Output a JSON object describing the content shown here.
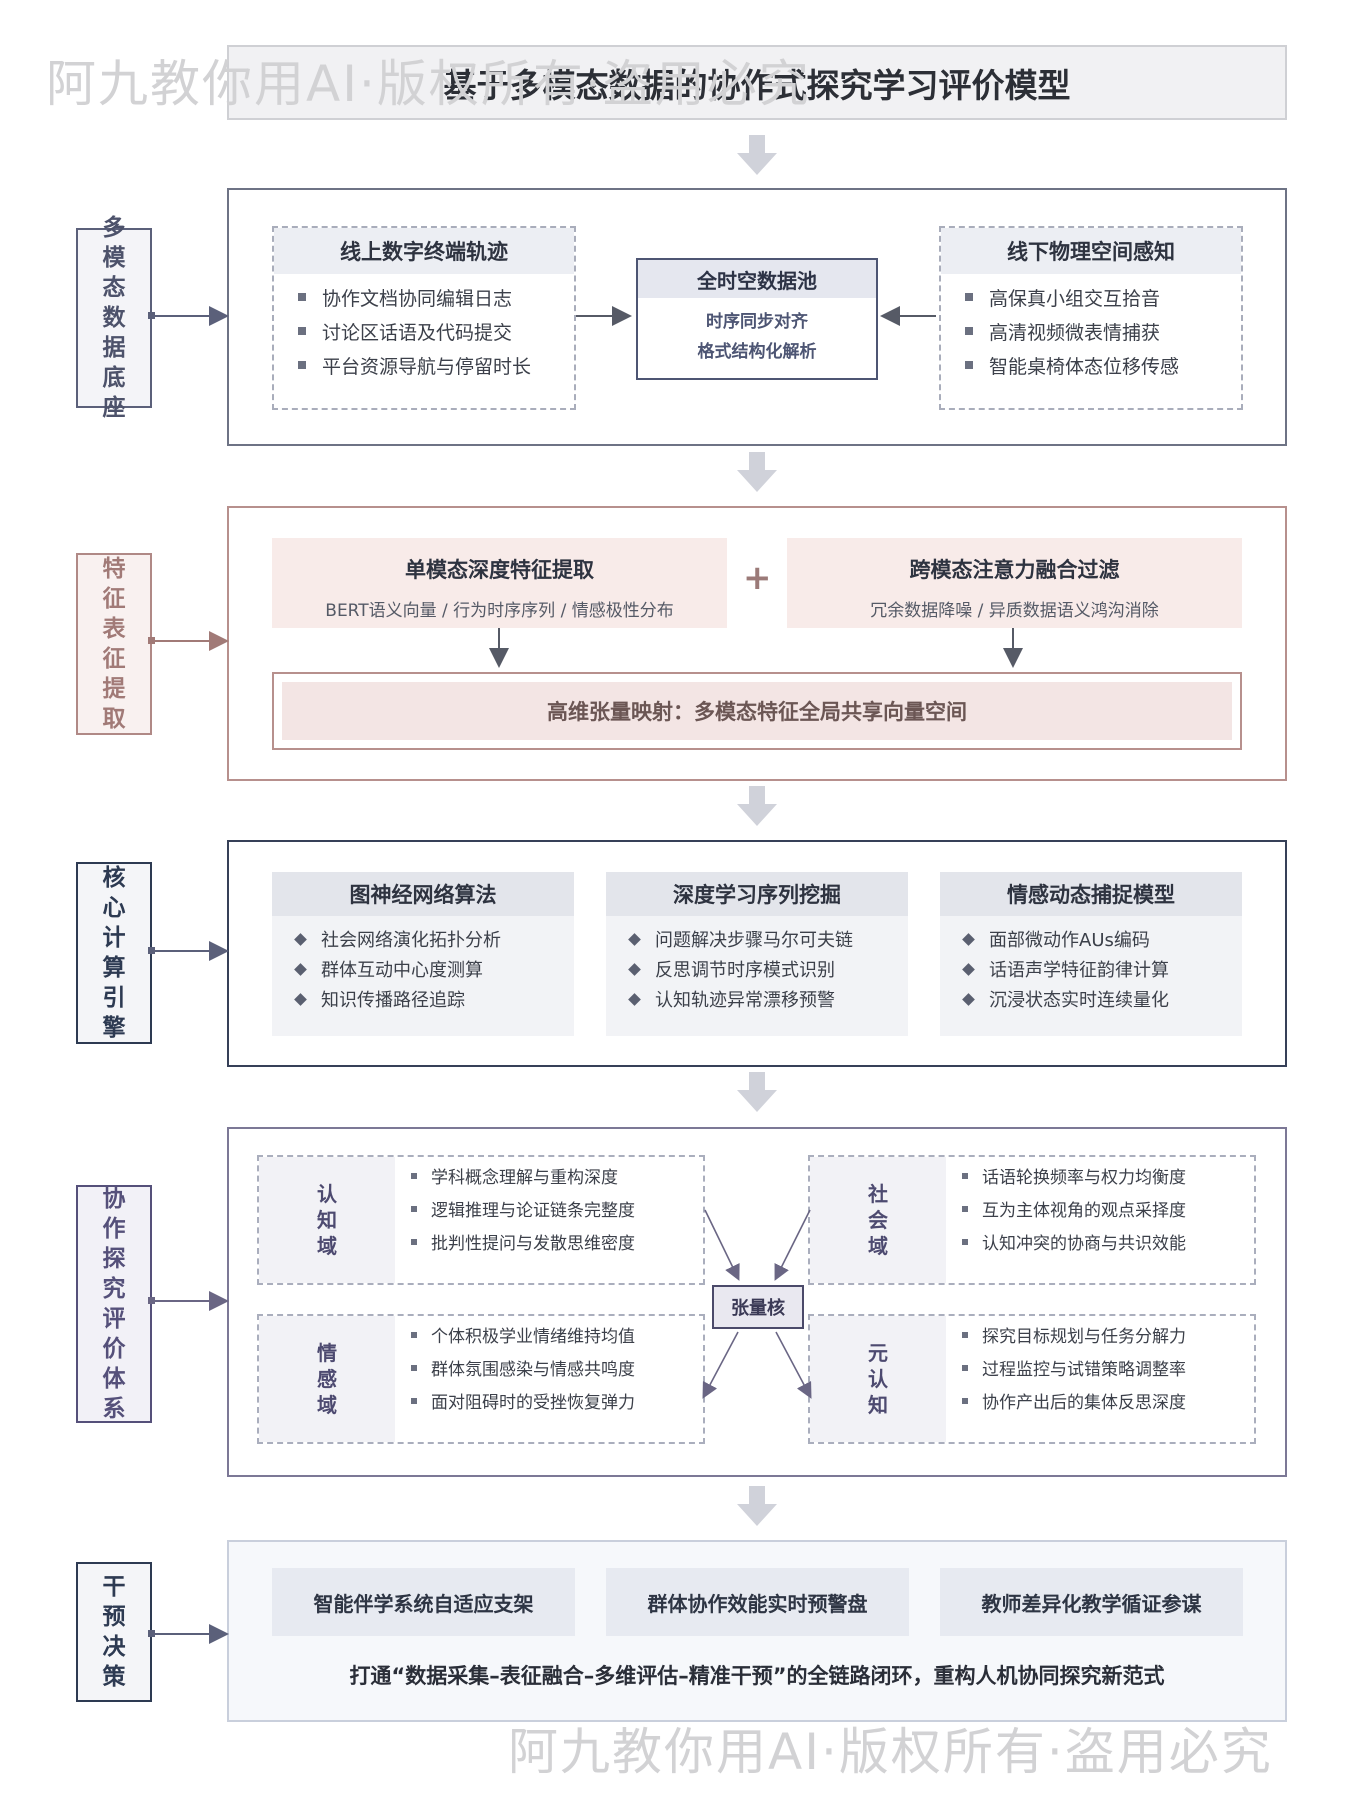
{
  "title": "基于多模态数据的协作式探究学习评价模型",
  "watermarks": {
    "top": "阿九教你用AI·版权所有·盗用必究",
    "bottom": "阿九教你用AI·版权所有·盗用必究"
  },
  "colors": {
    "layer1": "#5b607a",
    "layer2": "#b08986",
    "layer3": "#2d3a52",
    "layer4": "#55507a",
    "layer5": "#2d3a52"
  },
  "layers": {
    "data_base": {
      "label": [
        "多",
        "模",
        "态",
        "数",
        "据",
        "底",
        "座"
      ],
      "online": {
        "title": "线上数字终端轨迹",
        "items": [
          "协作文档协同编辑日志",
          "讨论区话语及代码提交",
          "平台资源导航与停留时长"
        ]
      },
      "pool": {
        "title": "全时空数据池",
        "lines": [
          "时序同步对齐",
          "格式结构化解析"
        ]
      },
      "offline": {
        "title": "线下物理空间感知",
        "items": [
          "高保真小组交互拾音",
          "高清视频微表情捕获",
          "智能桌椅体态位移传感"
        ]
      }
    },
    "feature": {
      "label": [
        "特",
        "征",
        "表",
        "征",
        "提",
        "取"
      ],
      "single": {
        "title": "单模态深度特征提取",
        "sub": "BERT语义向量 / 行为时序序列 / 情感极性分布"
      },
      "plus": "+",
      "cross": {
        "title": "跨模态注意力融合过滤",
        "sub": "冗余数据降噪 / 异质数据语义鸿沟消除"
      },
      "mapping": "高维张量映射：多模态特征全局共享向量空间"
    },
    "engine": {
      "label": [
        "核",
        "心",
        "计",
        "算",
        "引",
        "擎"
      ],
      "gnn": {
        "title": "图神经网络算法",
        "items": [
          "社会网络演化拓扑分析",
          "群体互动中心度测算",
          "知识传播路径追踪"
        ]
      },
      "deep": {
        "title": "深度学习序列挖掘",
        "items": [
          "问题解决步骤马尔可夫链",
          "反思调节时序模式识别",
          "认知轨迹异常漂移预警"
        ]
      },
      "emotion": {
        "title": "情感动态捕捉模型",
        "items": [
          "面部微动作AUs编码",
          "话语声学特征韵律计算",
          "沉浸状态实时连续量化"
        ]
      }
    },
    "evaluation": {
      "label": [
        "协",
        "作",
        "探",
        "究",
        "评",
        "价",
        "体",
        "系"
      ],
      "core": "张量核",
      "cognitive": {
        "label": [
          "认",
          "知",
          "域"
        ],
        "items": [
          "学科概念理解与重构深度",
          "逻辑推理与论证链条完整度",
          "批判性提问与发散思维密度"
        ]
      },
      "social": {
        "label": [
          "社",
          "会",
          "域"
        ],
        "items": [
          "话语轮换频率与权力均衡度",
          "互为主体视角的观点采择度",
          "认知冲突的协商与共识效能"
        ]
      },
      "affective": {
        "label": [
          "情",
          "感",
          "域"
        ],
        "items": [
          "个体积极学业情绪维持均值",
          "群体氛围感染与情感共鸣度",
          "面对阻碍时的受挫恢复弹力"
        ]
      },
      "meta": {
        "label": [
          "元",
          "认",
          "知"
        ],
        "items": [
          "探究目标规划与任务分解力",
          "过程监控与试错策略调整率",
          "协作产出后的集体反思深度"
        ]
      }
    },
    "intervention": {
      "label": [
        "干",
        "预",
        "决",
        "策"
      ],
      "boxes": [
        "智能伴学系统自适应支架",
        "群体协作效能实时预警盘",
        "教师差异化教学循证参谋"
      ],
      "summary": "打通“数据采集–表征融合–多维评估–精准干预”的全链路闭环，重构人机协同探究新范式"
    }
  }
}
